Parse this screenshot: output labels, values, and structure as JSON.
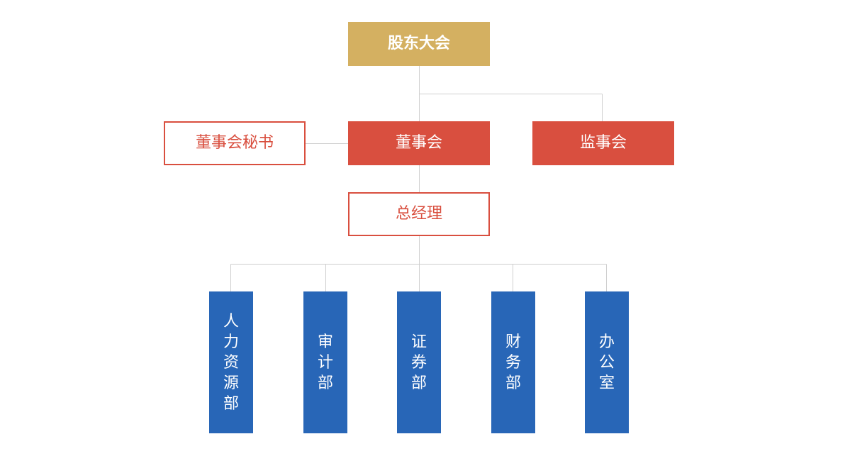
{
  "colors": {
    "gold": "#d4b061",
    "red": "#d94f3f",
    "blue": "#2866b7",
    "connector": "#cfcfcf"
  },
  "org": {
    "shareholders_meeting": "股东大会",
    "board_secretary": "董事会秘书",
    "board_of_directors": "董事会",
    "supervisory_board": "监事会",
    "general_manager": "总经理",
    "departments": [
      "人力资源部",
      "审计部",
      "证券部",
      "财务部",
      "办公室"
    ]
  }
}
